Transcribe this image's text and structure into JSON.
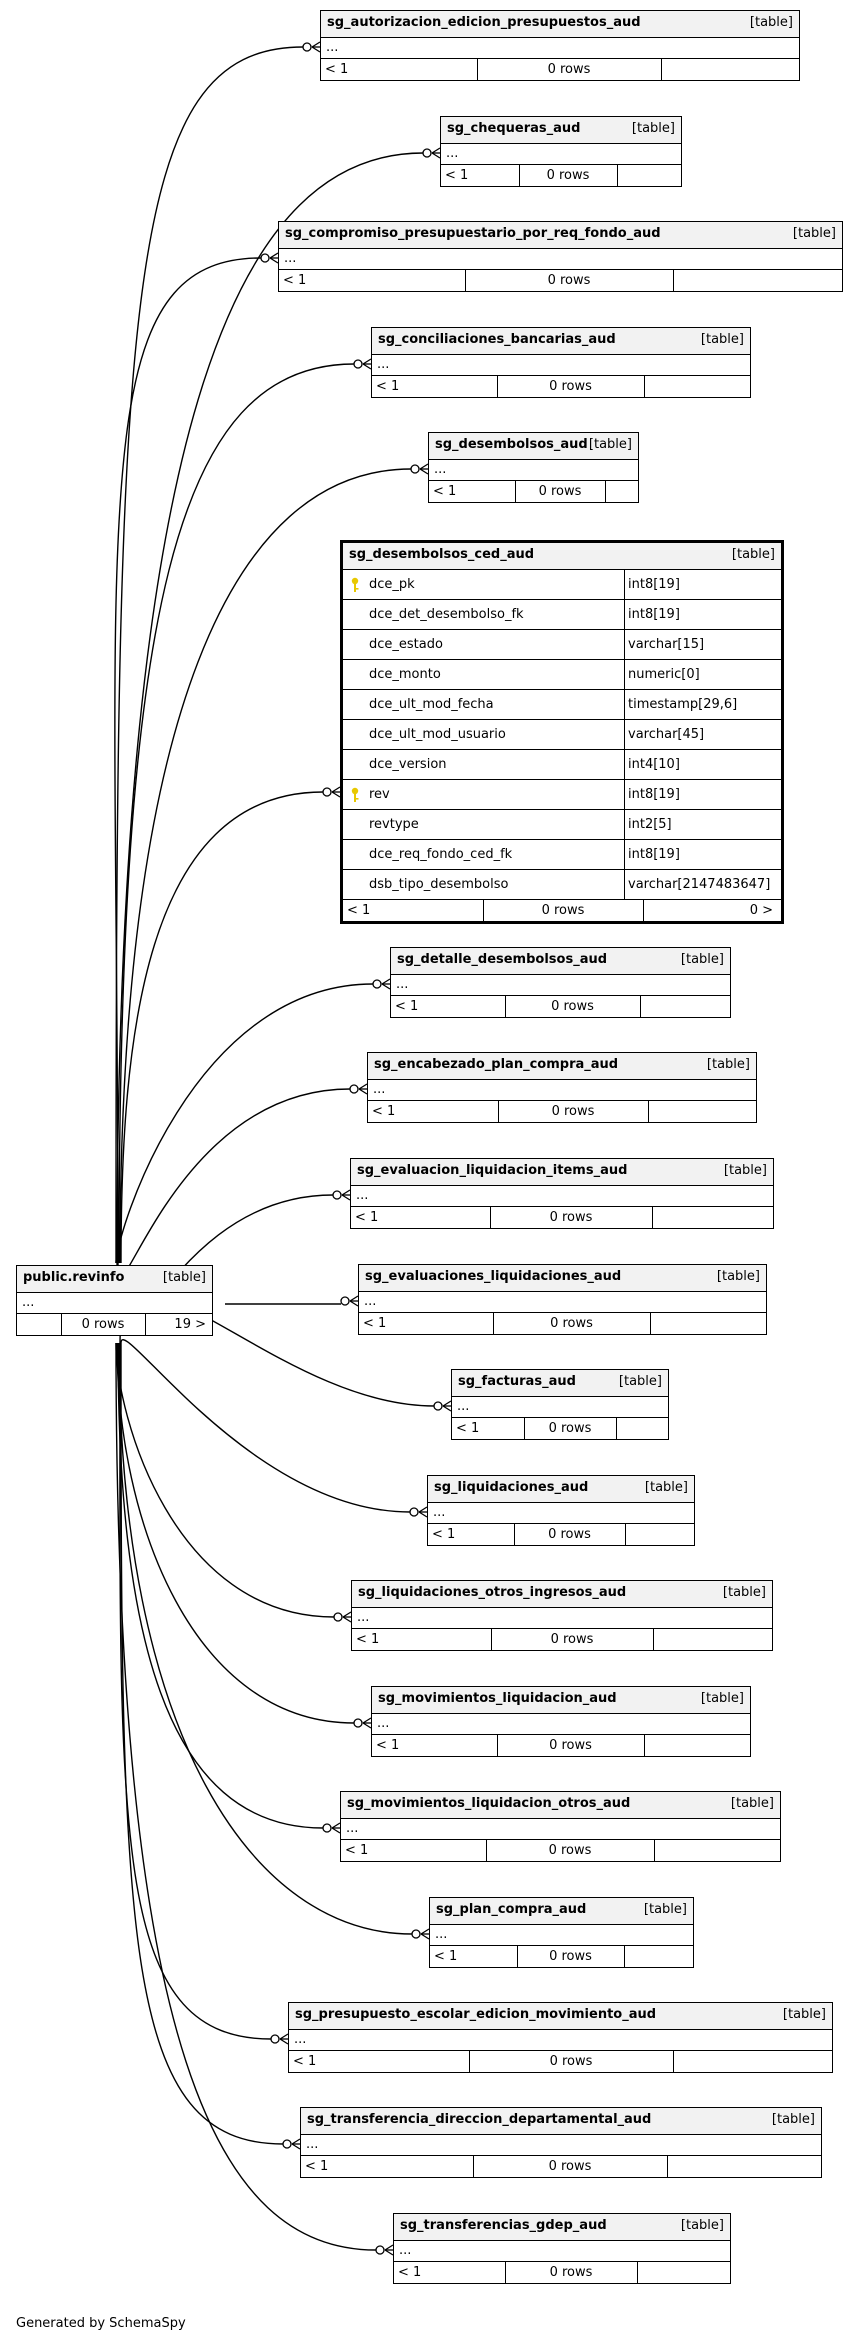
{
  "diagram": {
    "center": {
      "name": "public.revinfo",
      "tag": "[table]",
      "ellipsis": "...",
      "footer": [
        "",
        "0 rows",
        "19 >"
      ]
    },
    "tables": [
      {
        "name": "sg_autorizacion_edicion_presupuestos_aud",
        "tag": "[table]",
        "ellipsis": "...",
        "footer": [
          "< 1",
          "0 rows",
          ""
        ]
      },
      {
        "name": "sg_chequeras_aud",
        "tag": "[table]",
        "ellipsis": "...",
        "footer": [
          "< 1",
          "0 rows",
          ""
        ]
      },
      {
        "name": "sg_compromiso_presupuestario_por_req_fondo_aud",
        "tag": "[table]",
        "ellipsis": "...",
        "footer": [
          "< 1",
          "0 rows",
          ""
        ]
      },
      {
        "name": "sg_conciliaciones_bancarias_aud",
        "tag": "[table]",
        "ellipsis": "...",
        "footer": [
          "< 1",
          "0 rows",
          ""
        ]
      },
      {
        "name": "sg_desembolsos_aud",
        "tag": "[table]",
        "ellipsis": "...",
        "footer": [
          "< 1",
          "0 rows",
          ""
        ]
      },
      {
        "name": "sg_detalle_desembolsos_aud",
        "tag": "[table]",
        "ellipsis": "...",
        "footer": [
          "< 1",
          "0 rows",
          ""
        ]
      },
      {
        "name": "sg_encabezado_plan_compra_aud",
        "tag": "[table]",
        "ellipsis": "...",
        "footer": [
          "< 1",
          "0 rows",
          ""
        ]
      },
      {
        "name": "sg_evaluacion_liquidacion_items_aud",
        "tag": "[table]",
        "ellipsis": "...",
        "footer": [
          "< 1",
          "0 rows",
          ""
        ]
      },
      {
        "name": "sg_evaluaciones_liquidaciones_aud",
        "tag": "[table]",
        "ellipsis": "...",
        "footer": [
          "< 1",
          "0 rows",
          ""
        ]
      },
      {
        "name": "sg_facturas_aud",
        "tag": "[table]",
        "ellipsis": "...",
        "footer": [
          "< 1",
          "0 rows",
          ""
        ]
      },
      {
        "name": "sg_liquidaciones_aud",
        "tag": "[table]",
        "ellipsis": "...",
        "footer": [
          "< 1",
          "0 rows",
          ""
        ]
      },
      {
        "name": "sg_liquidaciones_otros_ingresos_aud",
        "tag": "[table]",
        "ellipsis": "...",
        "footer": [
          "< 1",
          "0 rows",
          ""
        ]
      },
      {
        "name": "sg_movimientos_liquidacion_aud",
        "tag": "[table]",
        "ellipsis": "...",
        "footer": [
          "< 1",
          "0 rows",
          ""
        ]
      },
      {
        "name": "sg_movimientos_liquidacion_otros_aud",
        "tag": "[table]",
        "ellipsis": "...",
        "footer": [
          "< 1",
          "0 rows",
          ""
        ]
      },
      {
        "name": "sg_plan_compra_aud",
        "tag": "[table]",
        "ellipsis": "...",
        "footer": [
          "< 1",
          "0 rows",
          ""
        ]
      },
      {
        "name": "sg_presupuesto_escolar_edicion_movimiento_aud",
        "tag": "[table]",
        "ellipsis": "...",
        "footer": [
          "< 1",
          "0 rows",
          ""
        ]
      },
      {
        "name": "sg_transferencia_direccion_departamental_aud",
        "tag": "[table]",
        "ellipsis": "...",
        "footer": [
          "< 1",
          "0 rows",
          ""
        ]
      },
      {
        "name": "sg_transferencias_gdep_aud",
        "tag": "[table]",
        "ellipsis": "...",
        "footer": [
          "< 1",
          "0 rows",
          ""
        ]
      }
    ],
    "focus": {
      "name": "sg_desembolsos_ced_aud",
      "tag": "[table]",
      "columns": [
        {
          "name": "dce_pk",
          "type": "int8[19]",
          "key": true
        },
        {
          "name": "dce_det_desembolso_fk",
          "type": "int8[19]",
          "key": false
        },
        {
          "name": "dce_estado",
          "type": "varchar[15]",
          "key": false
        },
        {
          "name": "dce_monto",
          "type": "numeric[0]",
          "key": false
        },
        {
          "name": "dce_ult_mod_fecha",
          "type": "timestamp[29,6]",
          "key": false
        },
        {
          "name": "dce_ult_mod_usuario",
          "type": "varchar[45]",
          "key": false
        },
        {
          "name": "dce_version",
          "type": "int4[10]",
          "key": false
        },
        {
          "name": "rev",
          "type": "int8[19]",
          "key": true
        },
        {
          "name": "revtype",
          "type": "int2[5]",
          "key": false
        },
        {
          "name": "dce_req_fondo_ced_fk",
          "type": "int8[19]",
          "key": false
        },
        {
          "name": "dsb_tipo_desembolso",
          "type": "varchar[2147483647]",
          "key": false
        }
      ],
      "footer": [
        "< 1",
        "0 rows",
        "0 >"
      ]
    },
    "colors": {
      "header_bg": "#f2f2f2",
      "line": "#000000",
      "key_icon": "#e8c800"
    }
  },
  "generated_by": "Generated by SchemaSpy"
}
